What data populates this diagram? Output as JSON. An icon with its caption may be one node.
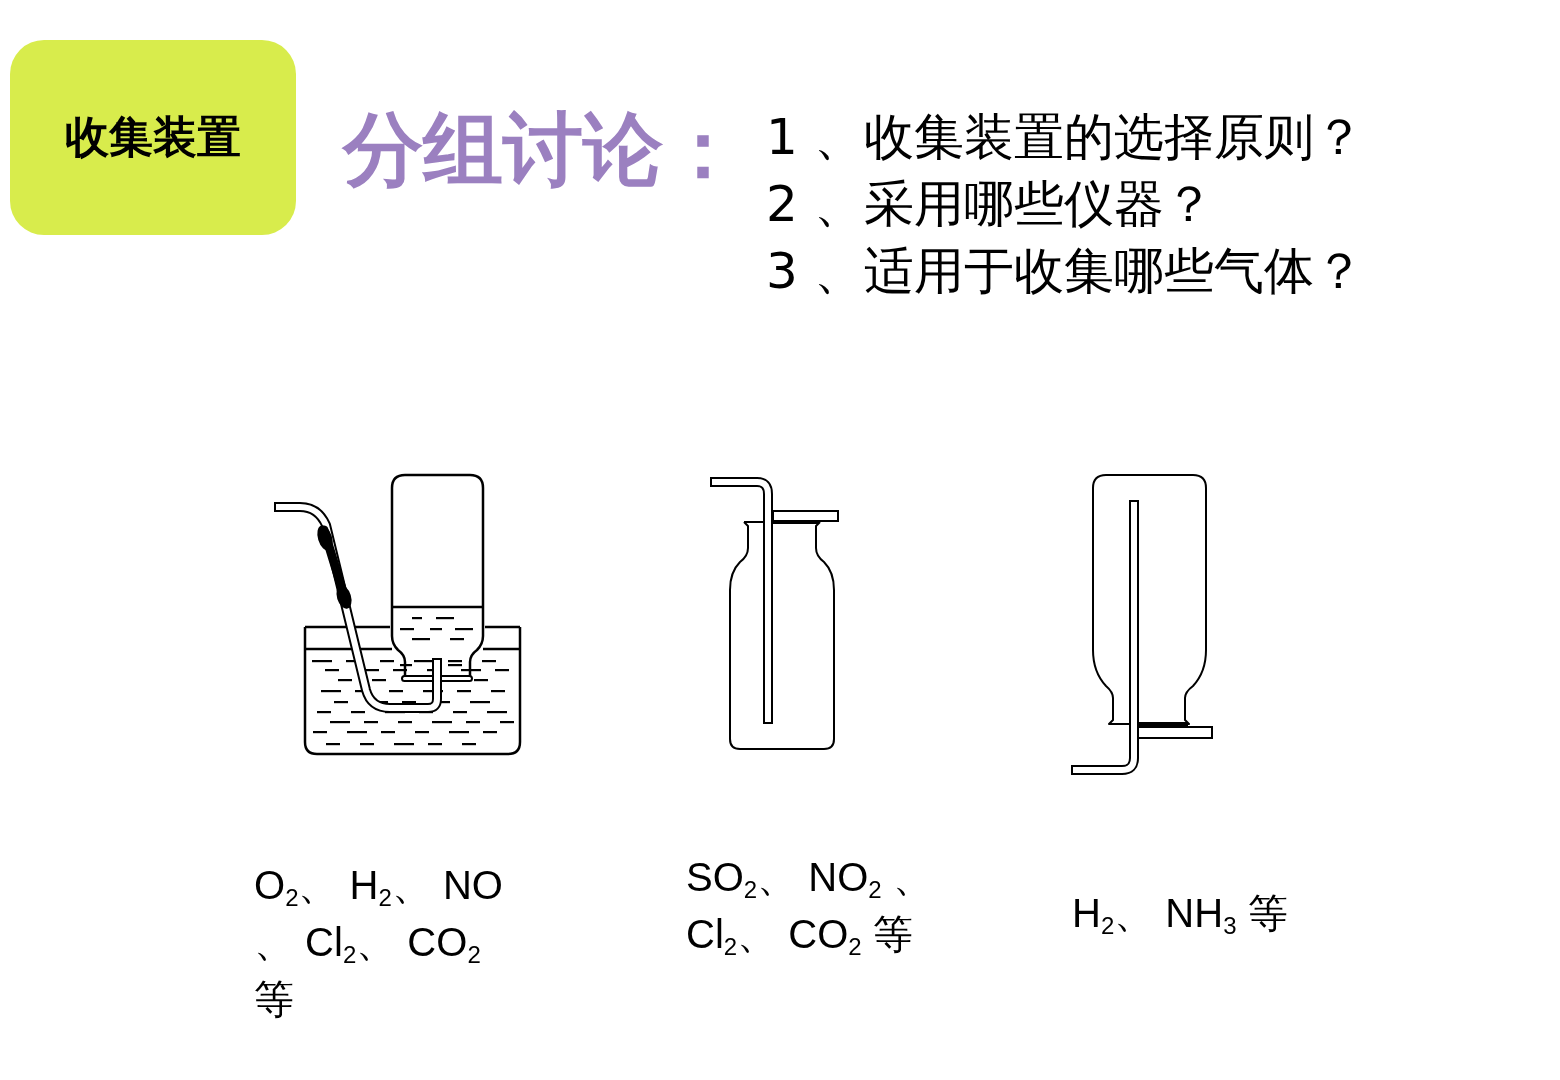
{
  "diagram": {
    "title": "分组讨论：",
    "nodes": [
      {
        "text": [
          "收集装置"
        ]
      }
    ],
    "labels": [
      "1 、收集装置的选择原则？",
      "2 、采用哪些仪器？",
      "3 、适用于收集哪些气体？",
      "O$_{2}$、 H$_{2}$、 NO 、 Cl$_{2}$、 CO$_{2}$ 等",
      "SO$_{2}$、 NO$_{2}$ 、 Cl$_{2}$、 CO$_{2}$ 等",
      "H$_{2}$、 NH$_{3}$ 等"
    ]
  }
}
